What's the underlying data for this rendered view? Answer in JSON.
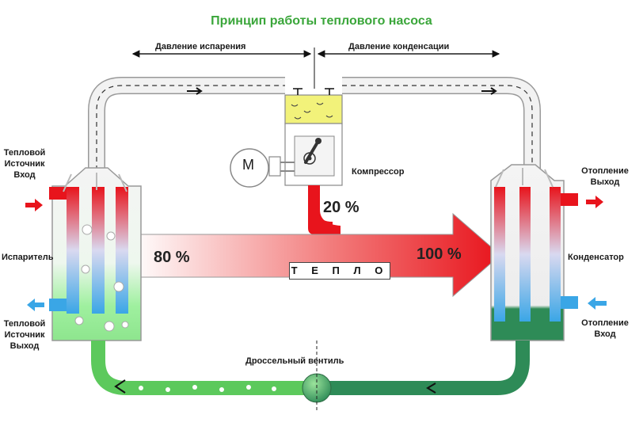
{
  "title": "Принцип работы теплового насоса",
  "pressure": {
    "evaporation": "Давление испарения",
    "condensation": "Давление конденсации"
  },
  "compressor": {
    "label": "Компрессор",
    "motor_symbol": "M"
  },
  "evaporator": {
    "label": "Испаритель",
    "source_in": [
      "Тепловой",
      "Источник",
      "Вход"
    ],
    "source_out": [
      "Тепловой",
      "Источник",
      "Выход"
    ]
  },
  "condenser": {
    "label": "Конденсатор",
    "heating_out": [
      "Отопление",
      "Выход"
    ],
    "heating_in": [
      "Отопление",
      "Вход"
    ]
  },
  "valve": {
    "label": "Дроссельный вентиль"
  },
  "heat_flow": {
    "input_percent": "80 %",
    "compressor_percent": "20 %",
    "output_percent": "100 %",
    "label": "Т Е П Л О"
  },
  "colors": {
    "title": "#3aa63a",
    "hot": "#e8141c",
    "cold": "#3aa6e6",
    "liquid_light": "#8ee58e",
    "liquid_dark": "#2e8b57",
    "vapor_pipe": "#f2f2f2",
    "compressor_top": "#f2f27a"
  }
}
